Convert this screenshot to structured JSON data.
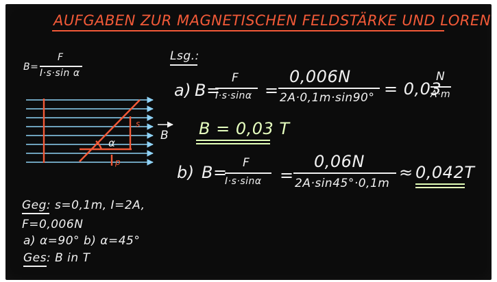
{
  "title": "AUFGABEN ZUR MAGNETISCHEN FELDSTÄRKE UND LORENTZKRAFT",
  "formula": {
    "lhs": "B=",
    "num": "F",
    "den": "I·s·sin α"
  },
  "diagram": {
    "label_s": "s",
    "label_p": "p",
    "label_alpha": "α",
    "label_B": "B"
  },
  "given": {
    "line1": "Geg: s=0,1m, I=2A,",
    "line2": "F=0,006N",
    "line3": "a) α=90°  b) α=45°",
    "line4": "Ges: B in T"
  },
  "solution": {
    "heading": "Lsg.:",
    "a": {
      "label": "a)",
      "lhs": "B=",
      "num": "F",
      "den": "I·s·sinα",
      "eq": "=",
      "num2": "0,006N",
      "den2": "2A·0,1m·sin90°",
      "eq2": "= 0,03",
      "unit_num": "N",
      "unit_den": "A·m",
      "result": "B = 0,03 T"
    },
    "b": {
      "label": "b)",
      "lhs": "B=",
      "num": "F",
      "den": "I·s·sinα",
      "eq": "=",
      "num2": "0,06N",
      "den2": "2A·sin45°·0,1m",
      "approx": "≈",
      "result": "0,042T"
    }
  },
  "colors": {
    "board": "#0c0c0c",
    "chalk_white": "#f1f1f1",
    "chalk_orange": "#f35a38",
    "chalk_blue": "#8fd3f7",
    "chalk_green": "#e6ffbf"
  }
}
